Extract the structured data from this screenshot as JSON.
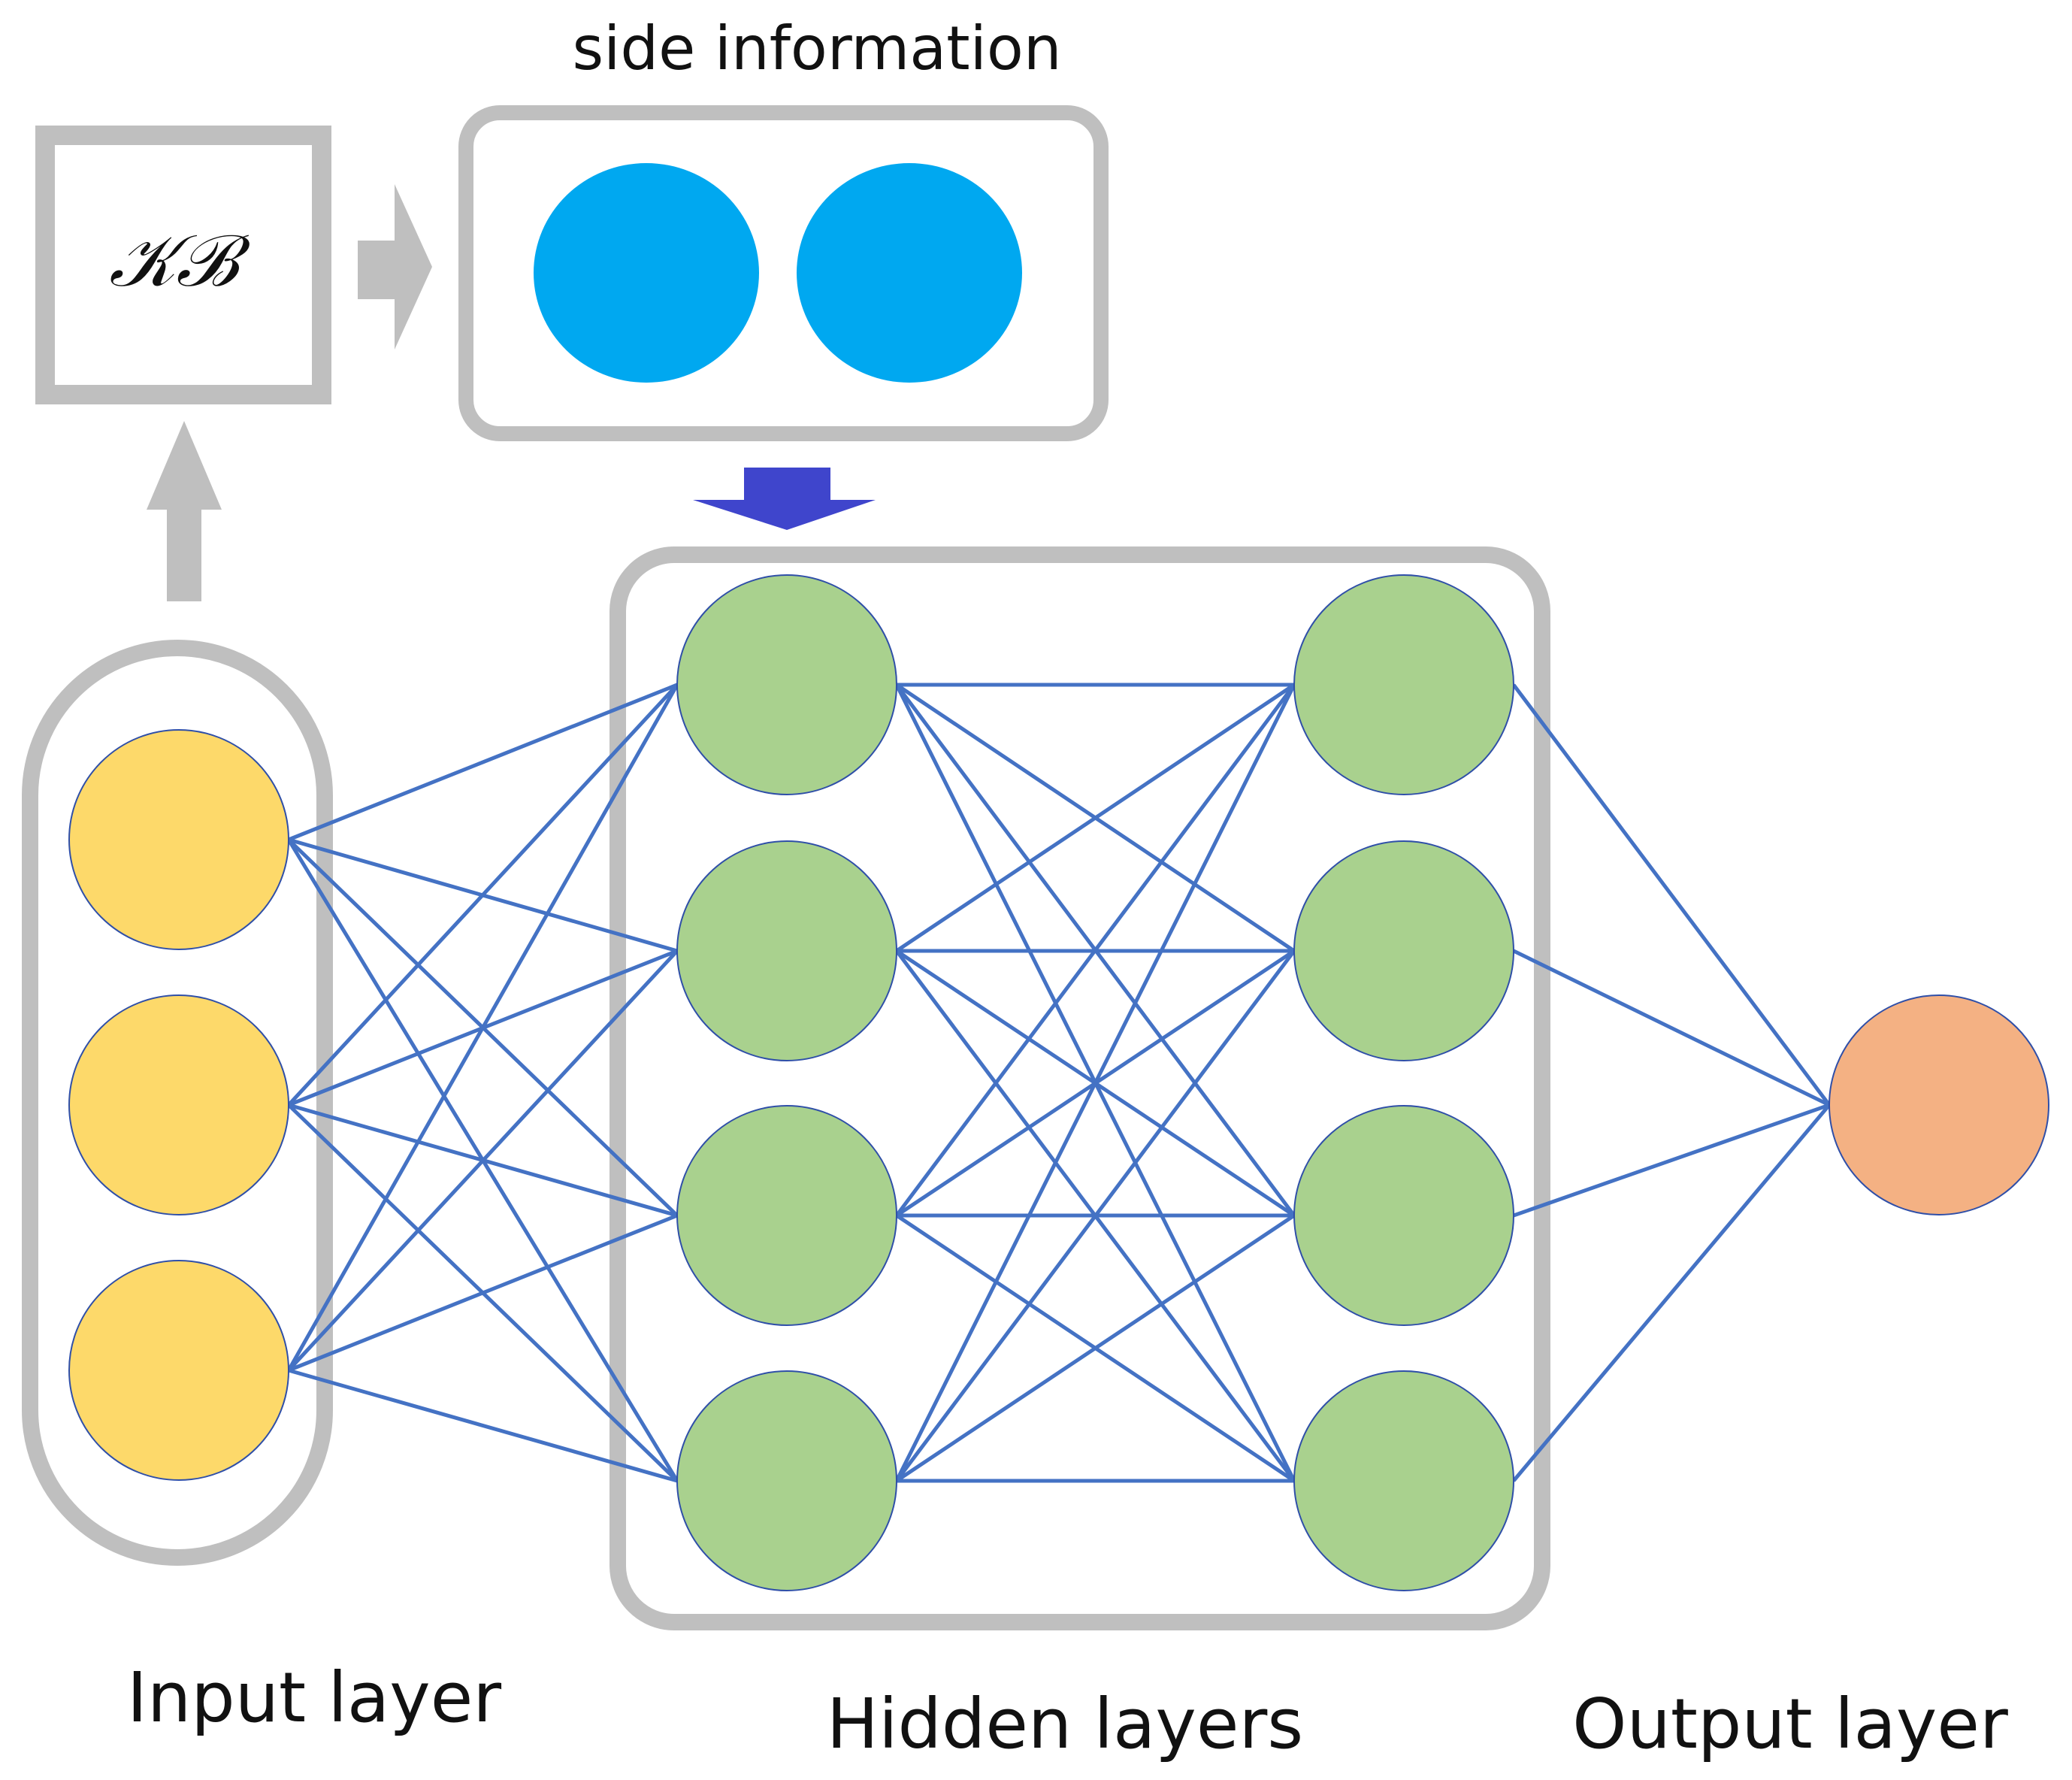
{
  "labels": {
    "side_information": "side information",
    "kb": "𝒦ℬ",
    "input_layer": "Input layer",
    "hidden_layers": "Hidden layers",
    "output_layer": "Output layer"
  },
  "network": {
    "layers": [
      {
        "name": "input",
        "nodes": 3,
        "color": "#FDD96A"
      },
      {
        "name": "hidden-1",
        "nodes": 4,
        "color": "#A9D18E"
      },
      {
        "name": "hidden-2",
        "nodes": 4,
        "color": "#A9D18E"
      },
      {
        "name": "output",
        "nodes": 1,
        "color": "#F4B183"
      }
    ],
    "side_information_nodes": 2
  },
  "colors": {
    "edge": "#4472C4",
    "container": "#BFBFBF",
    "side_node": "#00A8F0",
    "node_outline": "#2F4FA8",
    "gray_arrow": "#BFBFBF",
    "blue_arrow": "#3F45CC"
  }
}
